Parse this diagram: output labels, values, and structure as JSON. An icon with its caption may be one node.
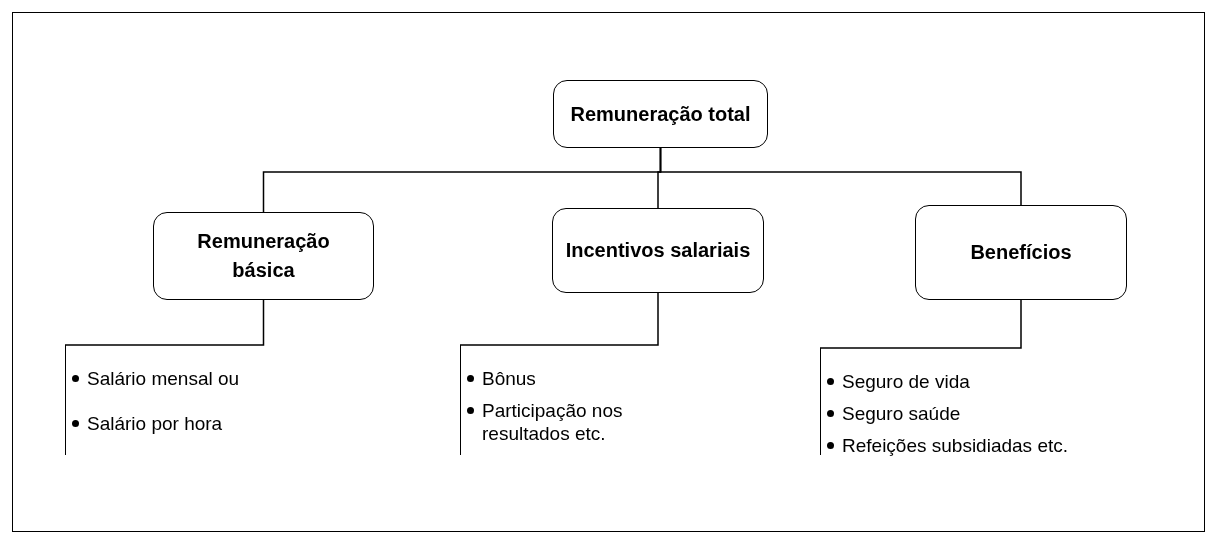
{
  "diagram": {
    "nodes": [
      {
        "text": [
          "Remuneração total"
        ]
      },
      {
        "text": [
          "Remuneração básica"
        ]
      },
      {
        "text": [
          "Incentivos salariais"
        ]
      },
      {
        "text": [
          "Benefícios"
        ]
      },
      {
        "text": [
          "Salário mensal ou",
          "Salário por hora"
        ]
      },
      {
        "text": [
          "Bônus",
          "Participação nos resultados etc."
        ]
      },
      {
        "text": [
          "Seguro de vida",
          "Seguro saúde",
          "Refeições subsidiadas etc."
        ]
      }
    ],
    "edges": [
      {
        "from": 0,
        "to": 1,
        "arrow": "none"
      },
      {
        "from": 0,
        "to": 2,
        "arrow": "none"
      },
      {
        "from": 0,
        "to": 3,
        "arrow": "none"
      },
      {
        "from": 1,
        "to": 4,
        "arrow": "none"
      },
      {
        "from": 2,
        "to": 5,
        "arrow": "none"
      },
      {
        "from": 3,
        "to": 6,
        "arrow": "none"
      }
    ]
  }
}
